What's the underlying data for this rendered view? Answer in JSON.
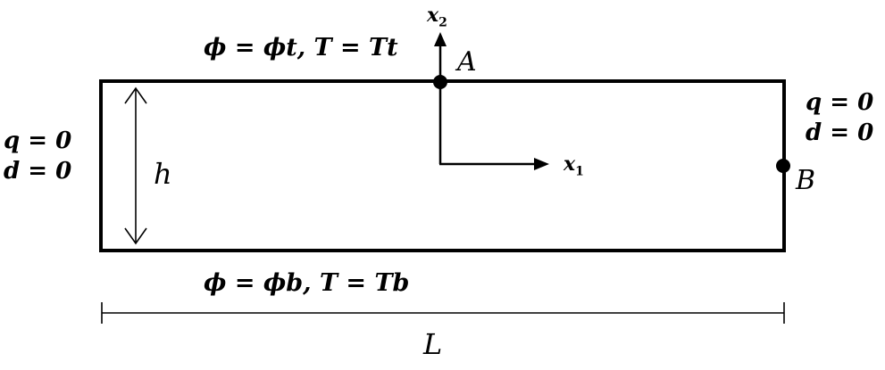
{
  "labels": {
    "top_bc": "ϕ = ϕt, T = Tt",
    "bottom_bc": "ϕ = ϕb, T = Tb",
    "left_bc": [
      "q = 0",
      "d = 0"
    ],
    "right_bc": [
      "q = 0",
      "d = 0"
    ],
    "point_a": "A",
    "point_b": "B",
    "axis_x1": "x",
    "axis_x1_sub": "1",
    "axis_x2": "x",
    "axis_x2_sub": "2",
    "height": "h",
    "length": "L"
  },
  "colors": {
    "stroke": "#000000",
    "background": "#ffffff"
  }
}
